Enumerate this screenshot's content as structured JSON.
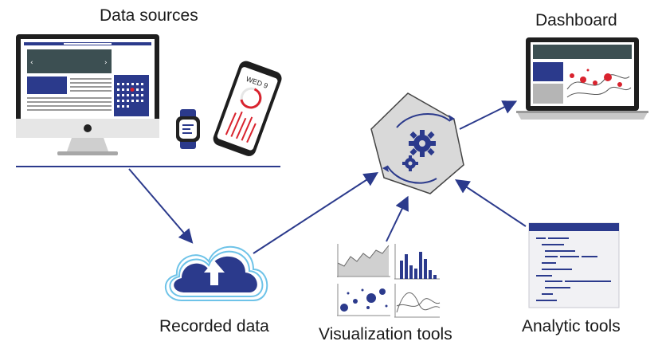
{
  "labels": {
    "data_sources": "Data sources",
    "dashboard": "Dashboard",
    "recorded_data": "Recorded data",
    "visualization_tools": "Visualization tools",
    "analytic_tools": "Analytic tools"
  },
  "phone_screen": {
    "date": "WED 9"
  },
  "colors": {
    "navy": "#2b3a8c",
    "dark_slate": "#3c4f52",
    "red": "#d9232e",
    "gray_light": "#e6e6e6",
    "gray_mid": "#b5b5b5",
    "cloud_blue": "#6ec3e8"
  }
}
